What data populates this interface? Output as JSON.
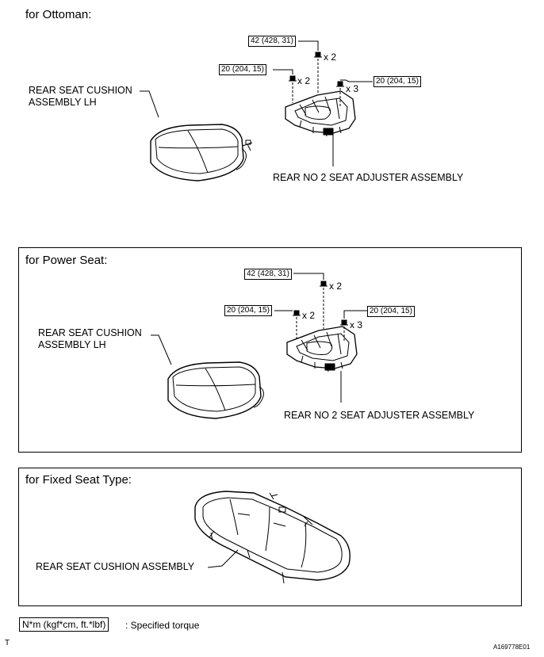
{
  "sections": {
    "ottoman": {
      "title": "for Ottoman:",
      "cushion_label": [
        "REAR SEAT CUSHION",
        "ASSEMBLY LH"
      ],
      "adjuster_label": "REAR NO  2 SEAT ADJUSTER ASSEMBLY",
      "torque_top": "42 (428, 31)",
      "torque_left": "20 (204, 15)",
      "torque_right": "20 (204, 15)",
      "qty_top": "x 2",
      "qty_left": "x 2",
      "qty_right": "x 3"
    },
    "power": {
      "title": "for Power Seat:",
      "cushion_label": [
        "REAR SEAT CUSHION",
        "ASSEMBLY LH"
      ],
      "adjuster_label": "REAR NO  2 SEAT ADJUSTER ASSEMBLY",
      "torque_top": "42 (428, 31)",
      "torque_left": "20 (204, 15)",
      "torque_right": "20 (204, 15)",
      "qty_top": "x 2",
      "qty_left": "x 2",
      "qty_right": "x 3"
    },
    "fixed": {
      "title": "for Fixed Seat Type:",
      "cushion_label": "REAR SEAT CUSHION ASSEMBLY"
    }
  },
  "legend": {
    "unit": "N*m (kgf*cm, ft.*lbf)",
    "description": ": Specified torque"
  },
  "footer": {
    "left_mark": "T",
    "figure_id": "A169778E01"
  }
}
